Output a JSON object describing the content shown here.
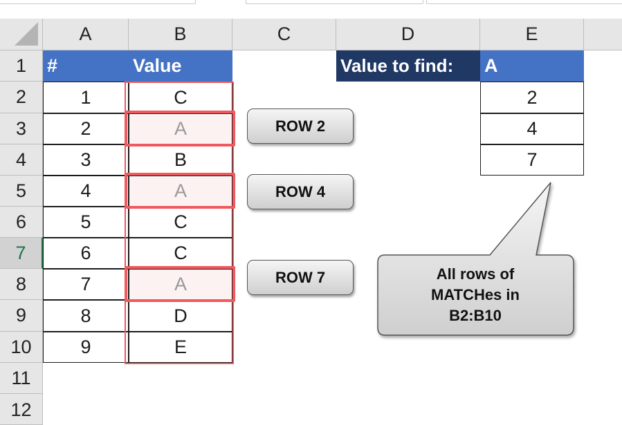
{
  "columns": [
    "A",
    "B",
    "C",
    "D",
    "E"
  ],
  "rows": [
    "1",
    "2",
    "3",
    "4",
    "5",
    "6",
    "7",
    "8",
    "9",
    "10",
    "11",
    "12"
  ],
  "selected_row": "7",
  "table": {
    "header_num": "#",
    "header_value": "Value",
    "numbers": [
      "1",
      "2",
      "3",
      "4",
      "5",
      "6",
      "7",
      "8",
      "9"
    ],
    "values": [
      "C",
      "A",
      "B",
      "A",
      "C",
      "C",
      "A",
      "D",
      "E"
    ]
  },
  "lookup": {
    "label": "Value to find:",
    "value": "A",
    "results": [
      "2",
      "4",
      "7"
    ]
  },
  "callouts": {
    "row2": "ROW 2",
    "row4": "ROW 4",
    "row7": "ROW 7",
    "note_line1": "All rows of",
    "note_line2": "MATCHes in",
    "note_line3": "B2:B10"
  },
  "colors": {
    "header_blue": "#4472c4",
    "header_navy": "#203864",
    "highlight_red": "#f0595e",
    "selection_green": "#217346"
  }
}
